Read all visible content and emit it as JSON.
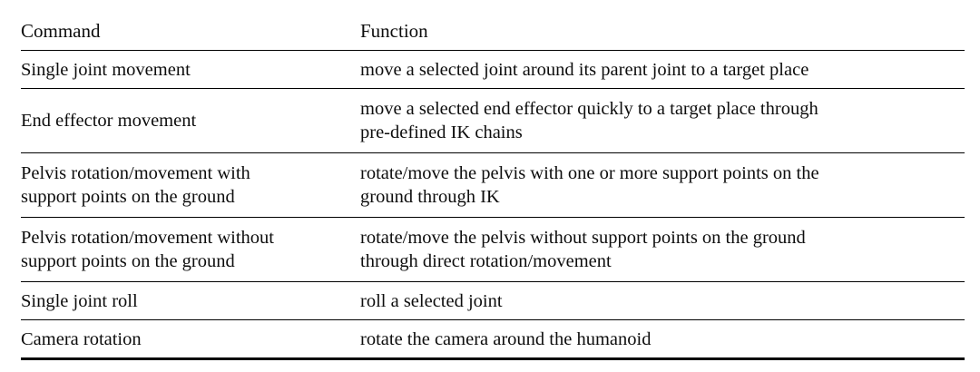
{
  "table": {
    "columns": [
      {
        "key": "command",
        "header": "Command"
      },
      {
        "key": "function",
        "header": "Function"
      }
    ],
    "rows": [
      {
        "command_lines": [
          "Single joint movement"
        ],
        "function_lines": [
          "move a selected joint around its parent joint to a target place"
        ],
        "command": "Single joint movement",
        "function": "move a selected joint around its parent joint to a target place"
      },
      {
        "command_lines": [
          "End effector movement"
        ],
        "function_lines": [
          "move a selected end effector quickly to a target place through",
          "pre-defined IK chains"
        ],
        "command": "End effector movement",
        "function": "move a selected end effector quickly to a target place through pre-defined IK chains"
      },
      {
        "command_lines": [
          "Pelvis rotation/movement with",
          "support points on the ground"
        ],
        "function_lines": [
          "rotate/move the pelvis with one or more support points on the",
          "ground through IK"
        ],
        "command": "Pelvis rotation/movement with support points on the ground",
        "function": "rotate/move the pelvis with one or more support points on the ground through IK"
      },
      {
        "command_lines": [
          "Pelvis rotation/movement without",
          "support points on the ground"
        ],
        "function_lines": [
          "rotate/move the pelvis without support points on the ground",
          "through direct rotation/movement"
        ],
        "command": "Pelvis rotation/movement without support points on the ground",
        "function": "rotate/move the pelvis without support points on the ground through direct rotation/movement"
      },
      {
        "command_lines": [
          "Single joint roll"
        ],
        "function_lines": [
          "roll a selected joint"
        ],
        "command": "Single joint roll",
        "function": "roll a selected joint"
      },
      {
        "command_lines": [
          "Camera rotation"
        ],
        "function_lines": [
          "rotate the camera around the humanoid"
        ],
        "command": "Camera rotation",
        "function": "rotate the camera around the humanoid"
      }
    ]
  },
  "style": {
    "background": "#ffffff",
    "rule_color": "#000000",
    "text_color": "#0d0d0d"
  }
}
